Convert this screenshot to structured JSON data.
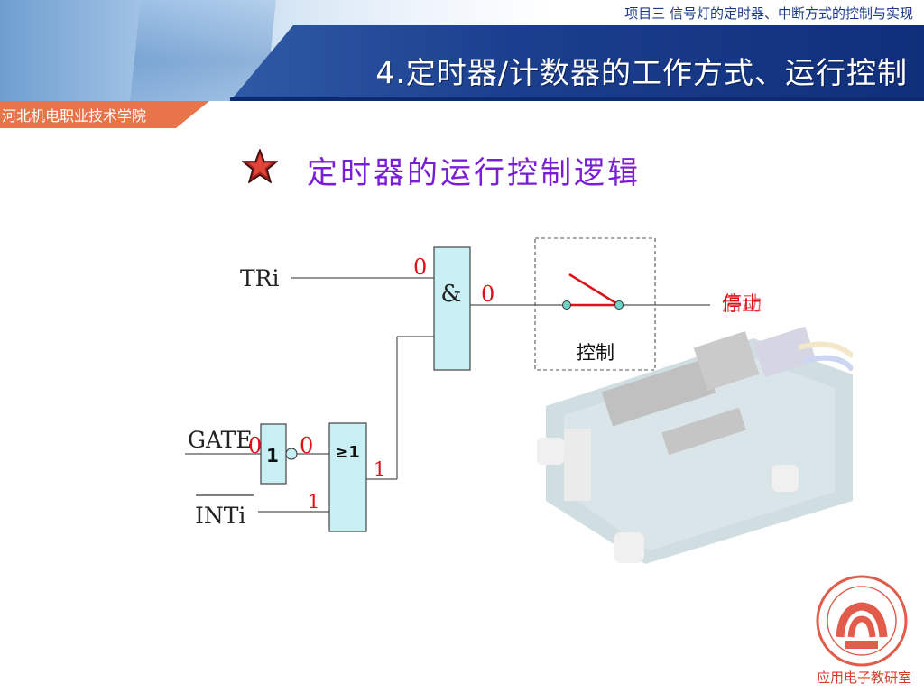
{
  "header": {
    "top_caption": "项目三  信号灯的定时器、中断方式的控制与实现",
    "main_title": "4.定时器/计数器的工作方式、运行控制",
    "school_name": "河北机电职业技术学院"
  },
  "section": {
    "title": "定时器的运行控制逻辑"
  },
  "diagram": {
    "inputs": {
      "tri": "TRi",
      "gate": "GATE",
      "inti": "INTi"
    },
    "gates": {
      "and_symbol": "&",
      "or_symbol": "≥1",
      "not_symbol": "1"
    },
    "signals": {
      "tri_value": "0",
      "and_out_value": "0",
      "gate_in_value": "0",
      "not_out_value": "0",
      "or_out_value": "1",
      "inti_value": "1"
    },
    "switch_label": "控制",
    "output_label": "停止",
    "output_label_alt": "启动"
  },
  "footer": {
    "lab_name": "应用电子教研室"
  },
  "colors": {
    "header_band": "#1b3f8e",
    "school_tab": "#e8744a",
    "section_title": "#7a1ed6",
    "signal_red": "#e0101a",
    "gate_fill": "#c8f0f4",
    "footer_text": "#d2402c"
  }
}
